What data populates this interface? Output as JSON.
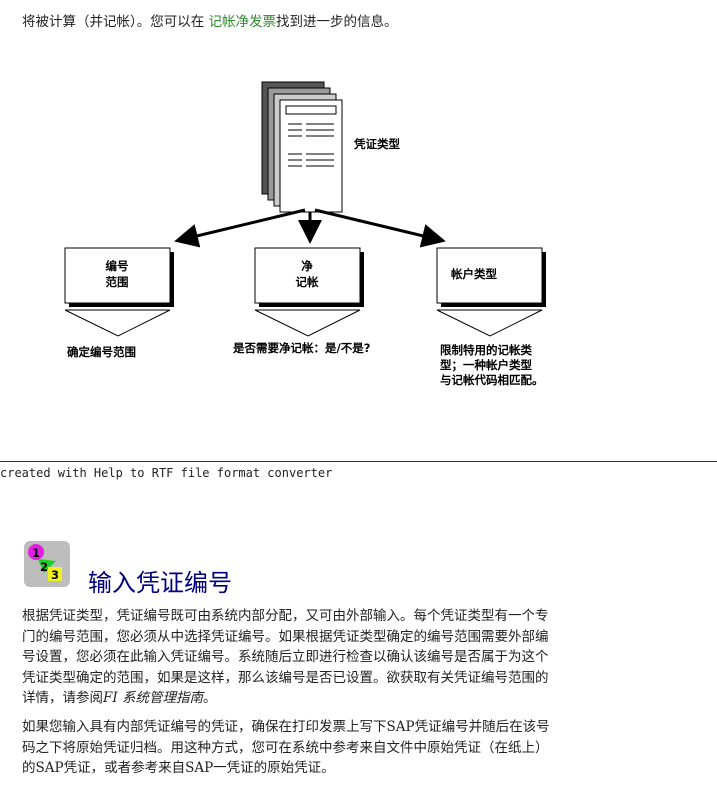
{
  "intro": {
    "before": "将被计算（并记帐）。您可以在 ",
    "link": "记帐净发票",
    "after": "找到进一步的信息。"
  },
  "diagram": {
    "doc_label": "凭证类型",
    "boxes": [
      {
        "line1": "编号",
        "line2": "范围",
        "caption": [
          "确定编号范围"
        ]
      },
      {
        "line1": "净",
        "line2": "记帐",
        "caption": [
          "是否需要净记帐：是/不是?"
        ]
      },
      {
        "line1": "帐户类型",
        "line2": "",
        "caption": [
          "限制特用的记帐类",
          "型；一种帐户类型",
          "与记帐代码相匹配。"
        ]
      }
    ]
  },
  "footer": "created with Help to RTF file format converter",
  "section": {
    "icon": "numbered-steps-icon",
    "icon_digits": [
      "1",
      "2",
      "3"
    ],
    "title": "输入凭证编号",
    "para1_lines": [
      "根据凭证类型，凭证编号既可由系统内部分配，又可由外部输入。每个凭证类型有一个专",
      "门的编号范围，您必须从中选择凭证编号。如果根据凭证类型确定的编号范围需要外部编",
      "号设置，您必须在此输入凭证编号。系统随后立即进行检查以确认该编号是否属于为这个",
      "凭证类型确定的范围，如果是这样，那么该编号是否已设置。欲获取有关凭证编号范围的"
    ],
    "para1_last_prefix": "详情，请参阅",
    "para1_ref": "FI  系统管理指南",
    "para1_last_suffix": "。",
    "para2_lines": [
      "如果您输入具有内部凭证编号的凭证，确保在打印发票上写下SAP凭证编号并随后在该号",
      "码之下将原始凭证归档。用这种方式，您可在系统中参考来自文件中原始凭证（在纸上）",
      "的SAP凭证，或者参考来自SAP一凭证的原始凭证。"
    ]
  }
}
